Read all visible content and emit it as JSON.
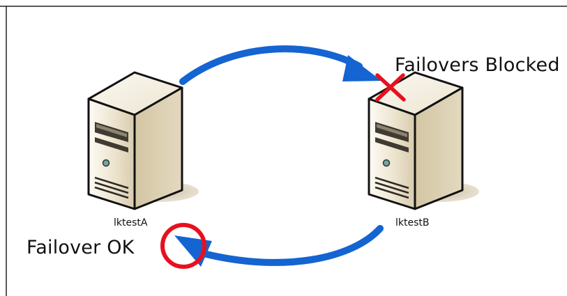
{
  "nodes": [
    {
      "id": "a",
      "label": "lktestA",
      "icon": "server-icon"
    },
    {
      "id": "b",
      "label": "lktestB",
      "icon": "server-icon"
    }
  ],
  "annotations": {
    "blocked": {
      "text": "Failovers Blocked",
      "marker": "x-mark-icon",
      "color": "#e8101e"
    },
    "ok": {
      "text": "Failover OK",
      "marker": "circle-mark-icon",
      "color": "#e8101e"
    }
  },
  "colors": {
    "arrow": "#1464d2",
    "marker": "#e8101e",
    "frame": "#222222",
    "server_body": "#e6dcc6",
    "server_shadow": "#d8ccb0"
  }
}
